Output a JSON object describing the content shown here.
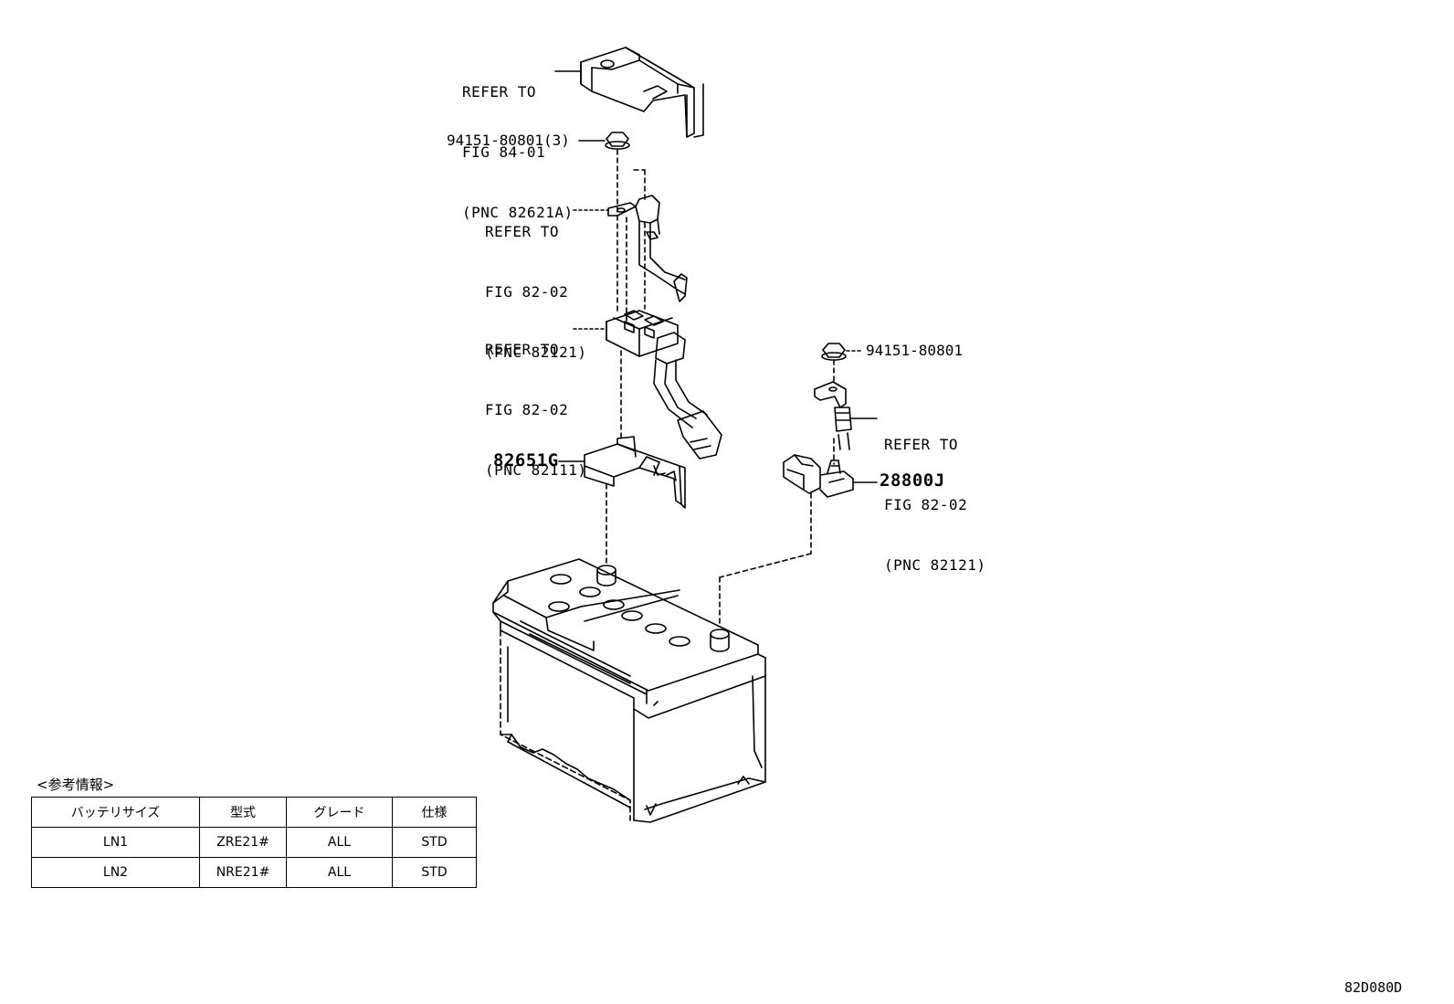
{
  "callouts": {
    "cover_ref": [
      "REFER TO",
      "FIG 84-01",
      "(PNC 82621A)"
    ],
    "nut_top": "94151-80801(3)",
    "wire_ref_1": [
      "REFER TO",
      "FIG 82-02",
      "(PNC 82121)"
    ],
    "fuse_ref": [
      "REFER TO",
      "FIG 82-02",
      "(PNC 82111)"
    ],
    "bracket": "82651G",
    "nut_right": "94151-80801",
    "wire_ref_2": [
      "REFER TO",
      "FIG 82-02",
      "(PNC 82121)"
    ],
    "terminal": "28800J"
  },
  "reference_table": {
    "title": "<参考情報>",
    "headers": [
      "バッテリサイズ",
      "型式",
      "グレード",
      "仕様"
    ],
    "rows": [
      [
        "LN1",
        "ZRE21#",
        "ALL",
        "STD"
      ],
      [
        "LN2",
        "NRE21#",
        "ALL",
        "STD"
      ]
    ]
  },
  "illustration_id": "82D080D"
}
